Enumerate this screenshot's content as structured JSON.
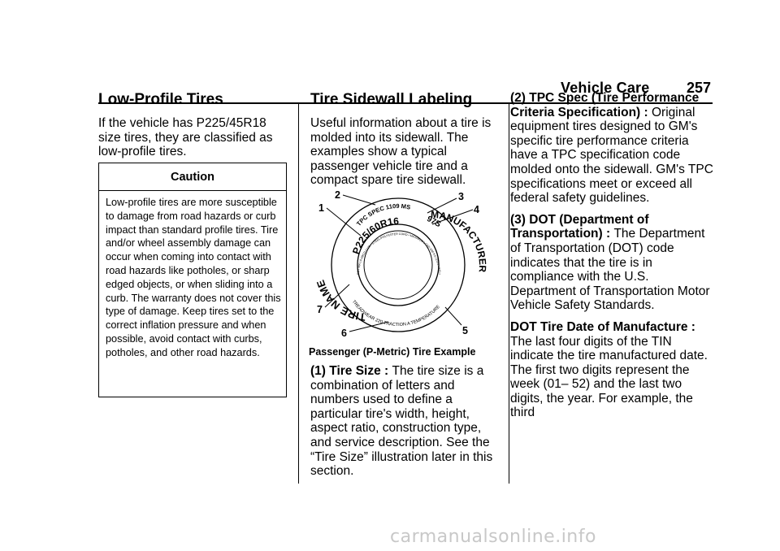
{
  "header": {
    "title": "Vehicle Care",
    "page_number": "257"
  },
  "left_column": {
    "heading": "Low-Profile Tires",
    "intro": "If the vehicle has P225/45R18 size tires, they are classified as low-profile tires.",
    "caution": {
      "title": "Caution",
      "text": "Low-profile tires are more susceptible to damage from road hazards or curb impact than standard profile tires. Tire and/or wheel assembly damage can occur when coming into contact with road hazards like potholes, or sharp edged objects, or when sliding into a curb. The warranty does not cover this type of damage. Keep tires set to the correct inflation pressure and when possible, avoid contact with curbs, potholes, and other road hazards."
    }
  },
  "middle_column": {
    "heading": "Tire Sidewall Labeling",
    "intro": "Useful information about a tire is molded into its sidewall. The examples show a typical passenger vehicle tire and a compact spare tire sidewall.",
    "figure": {
      "callouts": [
        "1",
        "2",
        "3",
        "4",
        "5",
        "6",
        "7"
      ],
      "tpc_text": "TPC SPEC 1109 MS",
      "size_text": "P225/60R16",
      "suffix_text": "97S",
      "left_label": "TIRE NAME",
      "right_label": "MANUFACTURER",
      "bottom_text": "TREADWEAR 220 TRACTION A TEMPERATURE",
      "inner_text": "DOT MA L9 ABCD 0108 • STEEL/POLYESTER CORD • MAXIMUM LOAD 690 KG (1521 LBS) • MAXIMUM INFLATION PRESSURE",
      "caption": "Passenger (P-Metric) Tire Example"
    },
    "item1_label": "(1) Tire Size : ",
    "item1_text": "The tire size is a combination of letters and numbers used to define a particular tire's width, height, aspect ratio, construction type, and service description. See the “Tire Size” illustration later in this section."
  },
  "right_column": {
    "item2_label": "(2) TPC Spec (Tire Performance Criteria Specification) : ",
    "item2_text": "Original equipment tires designed to GM's specific tire performance criteria have a TPC specification code molded onto the sidewall. GM's TPC specifications meet or exceed all federal safety guidelines.",
    "item3_label": "(3) DOT (Department of Transportation) : ",
    "item3_text": "The Department of Transportation (DOT) code indicates that the tire is in compliance with the U.S. Department of Transportation Motor Vehicle Safety Standards.",
    "dot_label": "DOT Tire Date of Manufacture : ",
    "dot_text": "The last four digits of the TIN indicate the tire manufactured date. The first two digits represent the week (01– 52) and the last two digits, the year. For example, the third"
  },
  "watermark": "carmanualsonline.info"
}
